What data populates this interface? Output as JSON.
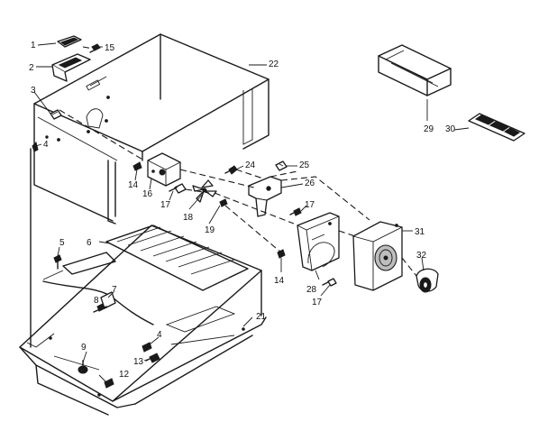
{
  "callouts": {
    "c1": "1",
    "c2": "2",
    "c3": "3",
    "c4": "4",
    "c5": "5",
    "c6": "6",
    "c7": "7",
    "c8": "8",
    "c9": "9",
    "c12": "12",
    "c13": "13",
    "c14a": "14",
    "c14b": "14",
    "c15": "15",
    "c16": "16",
    "c17a": "17",
    "c17b": "17",
    "c17c": "17",
    "c18": "18",
    "c19": "19",
    "c21": "21",
    "c22": "22",
    "c24": "24",
    "c25": "25",
    "c26": "26",
    "c28": "28",
    "c29": "29",
    "c30": "30",
    "c31": "31",
    "c32": "32"
  }
}
